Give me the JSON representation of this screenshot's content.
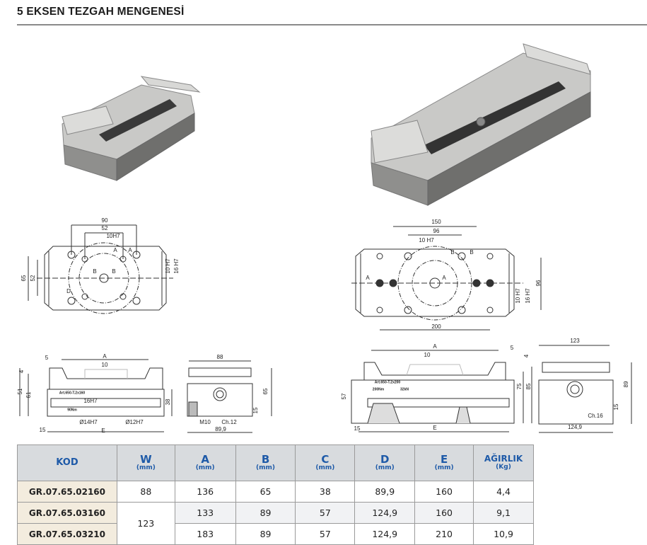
{
  "header": {
    "title": "5 EKSEN TEZGAH MENGENESİ"
  },
  "drawings": {
    "plan_small": [
      "90",
      "52",
      "10H7",
      "65",
      "52",
      "10 H7",
      "16 H7",
      "A",
      "A",
      "B",
      "B",
      "D"
    ],
    "plan_large": [
      "150",
      "96",
      "10 H7",
      "B",
      "B",
      "A",
      "A",
      "96",
      "10 H7",
      "16 H7",
      "200"
    ],
    "front_small": [
      "5",
      "A",
      "10",
      "4",
      "51",
      "61",
      "16H7",
      "38",
      "Ø14H7",
      "Ø12H7",
      "15",
      "E",
      "Art.650-T.2x160",
      "90Nm"
    ],
    "end_small": [
      "88",
      "65",
      "15",
      "M10",
      "Ch.12",
      "89,9"
    ],
    "front_large": [
      "A",
      "10",
      "5",
      "4",
      "57",
      "75",
      "85",
      "15",
      "E",
      "Art.650-T.2x200",
      "200Nm",
      "32kN"
    ],
    "end_large": [
      "123",
      "89",
      "15",
      "Ch.16",
      "124,9"
    ]
  },
  "table": {
    "headers": [
      {
        "label": "KOD",
        "unit": ""
      },
      {
        "label": "W",
        "unit": "(mm)"
      },
      {
        "label": "A",
        "unit": "(mm)"
      },
      {
        "label": "B",
        "unit": "(mm)"
      },
      {
        "label": "C",
        "unit": "(mm)"
      },
      {
        "label": "D",
        "unit": "(mm)"
      },
      {
        "label": "E",
        "unit": "(mm)"
      },
      {
        "label": "AĞIRLIK",
        "unit": "(Kg)"
      }
    ],
    "rows": [
      {
        "kod": "GR.07.65.02160",
        "w": "88",
        "a": "136",
        "b": "65",
        "c": "38",
        "d": "89,9",
        "e": "160",
        "agirlik": "4,4"
      },
      {
        "kod": "GR.07.65.03160",
        "w": "123",
        "a": "133",
        "b": "89",
        "c": "57",
        "d": "124,9",
        "e": "160",
        "agirlik": "9,1"
      },
      {
        "kod": "GR.07.65.03210",
        "a": "183",
        "b": "89",
        "c": "57",
        "d": "124,9",
        "e": "210",
        "agirlik": "10,9"
      }
    ]
  },
  "colors": {
    "header_text": "#1e5aa8",
    "header_bg": "#d8dbde",
    "code_bg": "#f3ecde"
  }
}
